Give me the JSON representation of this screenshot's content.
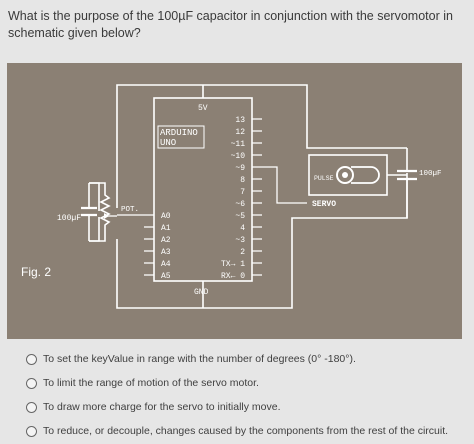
{
  "question": {
    "text": "What is the purpose of the 100µF capacitor in conjunction with the servomotor in schematic given below?"
  },
  "figure": {
    "label": "Fig. 2",
    "chip": {
      "supply": "5V",
      "name_line1": "ARDUINO",
      "name_line2": "UNO",
      "ground": "GND",
      "right_pins": [
        "13",
        "12",
        "~11",
        "~10",
        "~9",
        "8",
        "7",
        "~6",
        "~5",
        "4",
        "~3",
        "2",
        "TX→ 1",
        "RX← 0"
      ],
      "left_pins": [
        "A0",
        "A1",
        "A2",
        "A3",
        "A4",
        "A5"
      ]
    },
    "pot_label": "POT.",
    "left_cap_label": "100µF",
    "right_cap_label": "100µF",
    "servo_label": "SERVO",
    "pulse_label": "PULSE"
  },
  "answers": [
    {
      "text": "To set the keyValue in range with the number of degrees (0° -180°)."
    },
    {
      "text": "To limit the range of motion of the servo motor."
    },
    {
      "text": "To draw more charge for the servo to initially move."
    },
    {
      "text": "To reduce, or decouple, changes caused by the components from the rest of the circuit."
    }
  ]
}
